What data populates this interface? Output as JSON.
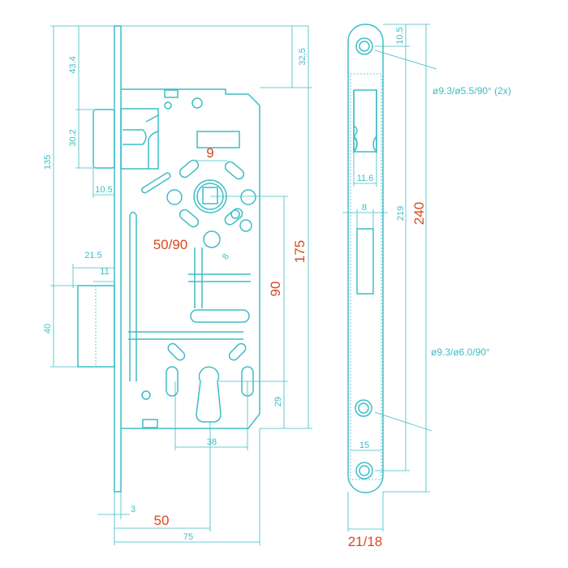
{
  "colors": {
    "line": "#3dbdc6",
    "highlight": "#d9471f"
  },
  "side_view": {
    "dims": {
      "d135": "135",
      "d43_4": "43.4",
      "d30_2": "30.2",
      "d10_5": "10.5",
      "d21_5": "21.5",
      "d11": "11",
      "d40": "40",
      "d32_5": "32,5",
      "d9": "9",
      "d50_90": "50/90",
      "d8": "8",
      "d175": "175",
      "d90": "90",
      "d29": "29",
      "d38": "38",
      "d3": "3",
      "d50": "50",
      "d75": "75"
    }
  },
  "strike_plate": {
    "dims": {
      "d10_5": "10.5",
      "d11_6": "11.6",
      "d8": "8",
      "d219": "219",
      "d240": "240",
      "d15": "15",
      "d21_18": "21/18"
    },
    "notes": {
      "top_holes": "ø9.3/ø5.5/90°  (2x)",
      "bottom_hole": "ø9.3/ø6.0/90°"
    }
  }
}
